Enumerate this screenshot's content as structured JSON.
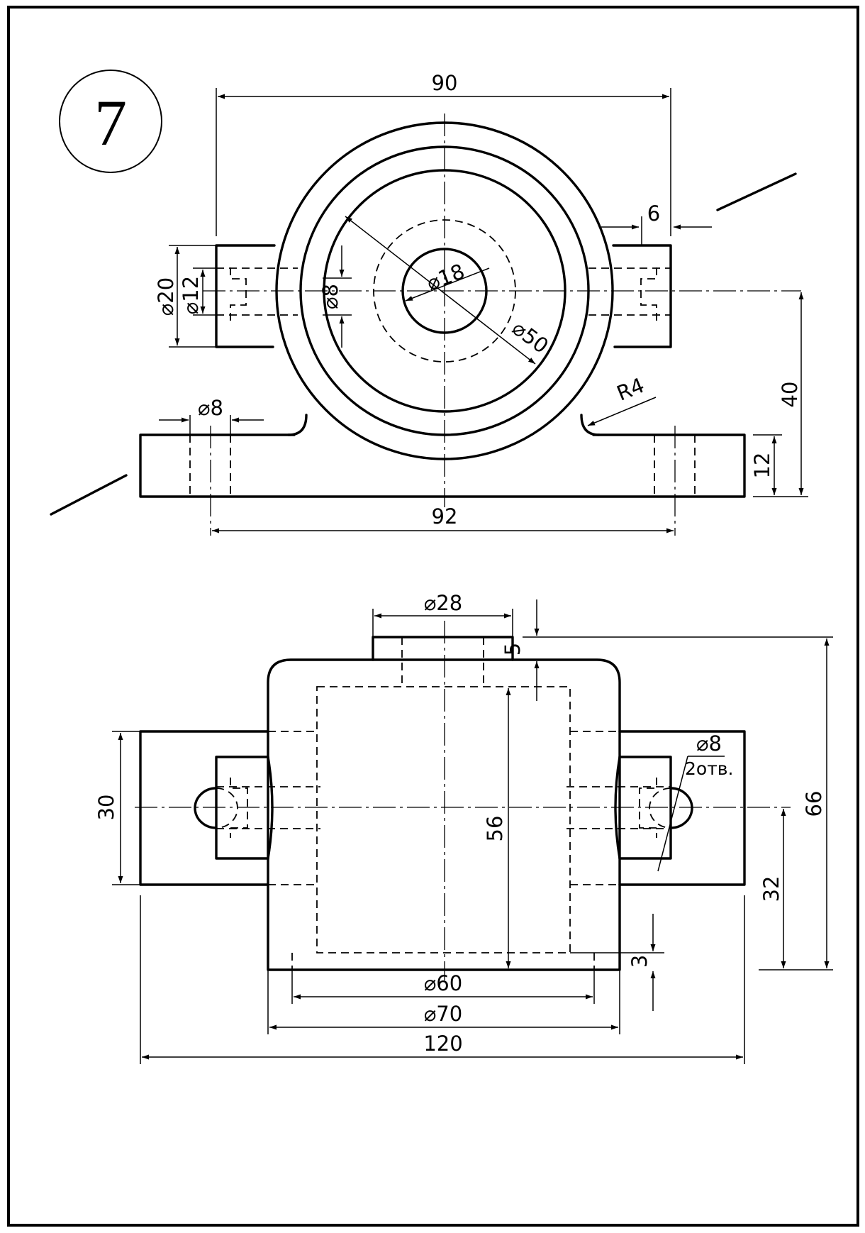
{
  "sheet": {
    "number": "7"
  },
  "colors": {
    "line": "#000000",
    "paper": "#ffffff"
  },
  "front_view": {
    "dims": {
      "overall_top": "90",
      "flange": "6",
      "boss_outer": "⌀20",
      "boss_hole": "⌀12",
      "boss_bolt": "⌀8",
      "shaft_hole": "⌀18",
      "ring": "⌀50",
      "fillet": "R4",
      "base_hole": "⌀8",
      "base_height": "12",
      "center_height": "40",
      "hole_spacing": "92"
    }
  },
  "top_view": {
    "dims": {
      "top_boss": "⌀28",
      "top_boss_height": "5",
      "housing_height": "56",
      "overall_height": "66",
      "base_width": "30",
      "center_offset": "32",
      "bottom_step": "3",
      "bore": "⌀60",
      "body": "⌀70",
      "overall_length": "120"
    },
    "hole_note": {
      "size": "⌀8",
      "count": "2отв."
    }
  }
}
